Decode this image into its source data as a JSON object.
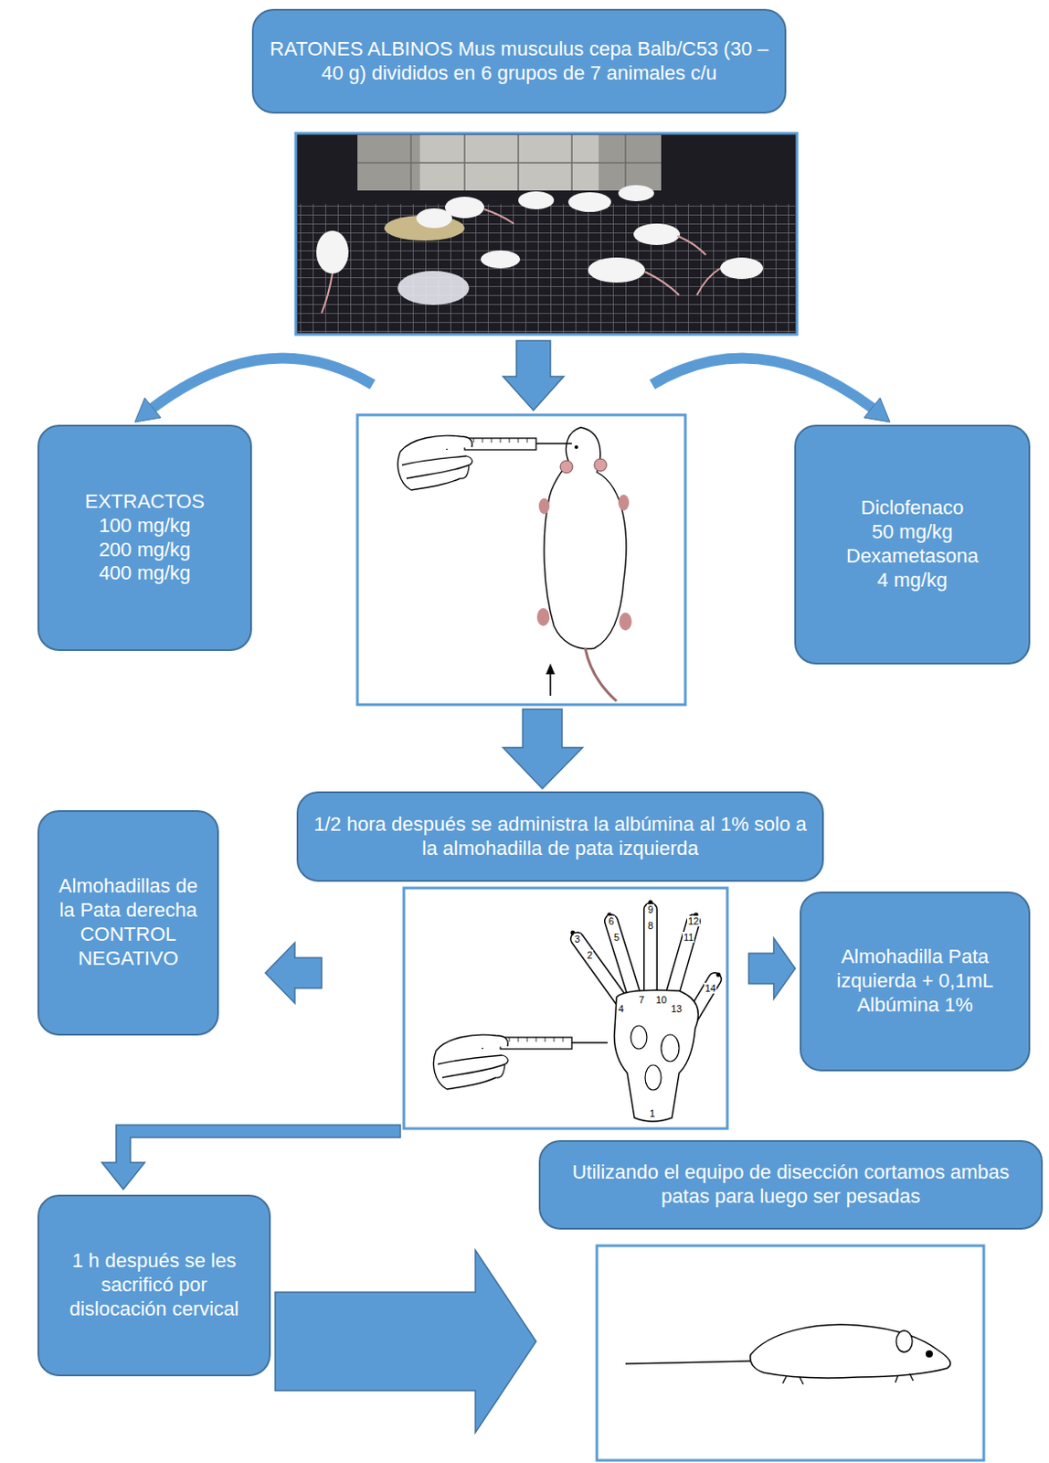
{
  "diagram": {
    "nodes": [
      {
        "text": [
          "RATONES ALBINOS Mus musculus cepa Balb/C53 (30 – 40 g) divididos en 6 grupos de 7 animales c/u"
        ]
      },
      {
        "text": [
          "EXTRACTOS",
          "100 mg/kg",
          "200 mg/kg",
          "400 mg/kg"
        ]
      },
      {
        "text": [
          "Diclofenaco",
          "50 mg/kg",
          "Dexametasona",
          "4 mg/kg"
        ]
      },
      {
        "text": [
          "1/2 hora después se administra la albúmina al 1% solo a la almohadilla de pata izquierda"
        ]
      },
      {
        "text": [
          "Almohadillas de la Pata derecha CONTROL NEGATIVO"
        ]
      },
      {
        "text": [
          "Almohadilla Pata izquierda + 0,1mL Albúmina 1%"
        ]
      },
      {
        "text": [
          "Utilizando el equipo de disección cortamos ambas patas para luego ser pesadas"
        ]
      },
      {
        "text": [
          "1 h después se les sacrificó por dislocación cervical"
        ]
      }
    ],
    "labels": [
      "1",
      "2",
      "3",
      "4",
      "5",
      "6",
      "7",
      "8",
      "9",
      "10",
      "11",
      "12",
      "13",
      "14"
    ]
  }
}
